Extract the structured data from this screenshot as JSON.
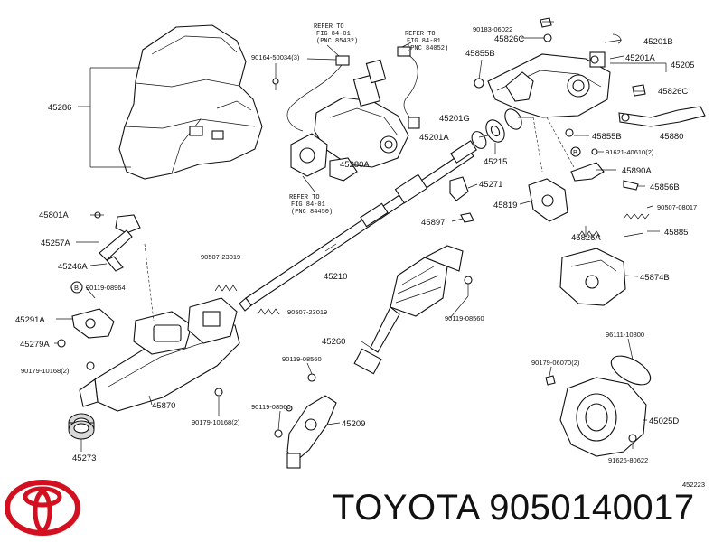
{
  "brand": {
    "name": "TOYOTA",
    "part_number": "9050140017",
    "logo_color": "#d3101f"
  },
  "figure_id": "452223",
  "references": [
    {
      "line1": "REFER TO",
      "line2": "FIG 84-01",
      "line3": "(PNC 85432)"
    },
    {
      "line1": "REFER TO",
      "line2": "FIG 84-01",
      "line3": "(PNC 84052)"
    },
    {
      "line1": "REFER TO",
      "line2": "FIG 84-01",
      "line3": "(PNC 84450)"
    }
  ],
  "callouts": [
    "45286",
    "90164-50034(3)",
    "90183-06022",
    "45826C",
    "45201B",
    "45201A",
    "45205",
    "45855B",
    "45826C",
    "45201G",
    "45855B",
    "45880",
    "45201A",
    "91621-40610(2)",
    "45280A",
    "45215",
    "45890A",
    "45271",
    "45856B",
    "45801A",
    "45819",
    "90507-08017",
    "45897",
    "45257A",
    "45826A",
    "45885",
    "45246A",
    "90507-23019",
    "45210",
    "45874B",
    "90119-08964",
    "90507-23019",
    "45291A",
    "90119-08560",
    "45279A",
    "45260",
    "96111-10800",
    "90179-10168(2)",
    "90119-08560",
    "90179-06070(2)",
    "45870",
    "90119-08560",
    "45209",
    "45025D",
    "90179-10168(2)",
    "45273",
    "91626-80622"
  ]
}
